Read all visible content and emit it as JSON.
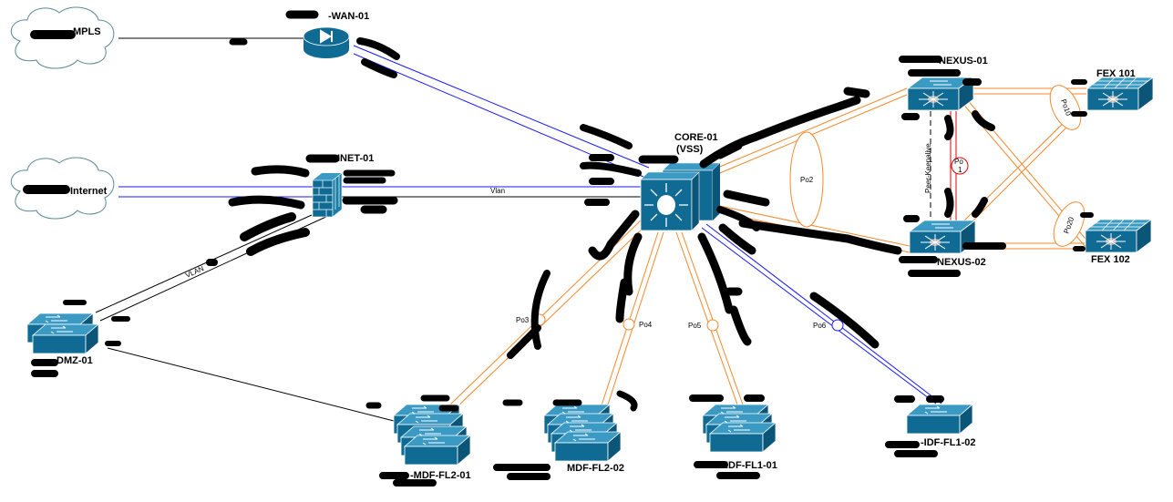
{
  "colors": {
    "device": "#0f6a94",
    "device_light": "#3a9ac4",
    "orange_link": "#f7872a",
    "blue_link": "#1a1aff",
    "peer_link": "#e00000",
    "cloud_stroke": "#5a8a94"
  },
  "clouds": {
    "mpls": "MPLS",
    "internet": "Internet"
  },
  "devices": {
    "wan_router": "-WAN-01",
    "firewall": "INET-01",
    "core": "CORE-01",
    "core_sub": "(VSS)",
    "nexus1": "NEXUS-01",
    "nexus2": "NEXUS-02",
    "fex101": "FEX 101",
    "fex102": "FEX 102",
    "dmz": "DMZ-01",
    "mdf_fl2_01": "-MDF-FL2-01",
    "mdf_fl2_02": "MDF-FL2-02",
    "idf_fl1_01": "IDF-FL1-01",
    "idf_fl1_02": "-IDF-FL1-02"
  },
  "links": {
    "vlan_fw_core": "Vlan",
    "vlan_fw_dmz": "VLAN",
    "po2": "Po2",
    "po1_a": "Po",
    "po1_b": "1",
    "peer_keepalive": "Peer-Keepalive",
    "po10": "Po10",
    "po20": "Po20",
    "po3": "Po3",
    "po4": "Po4",
    "po5": "Po5",
    "po6": "Po6"
  }
}
